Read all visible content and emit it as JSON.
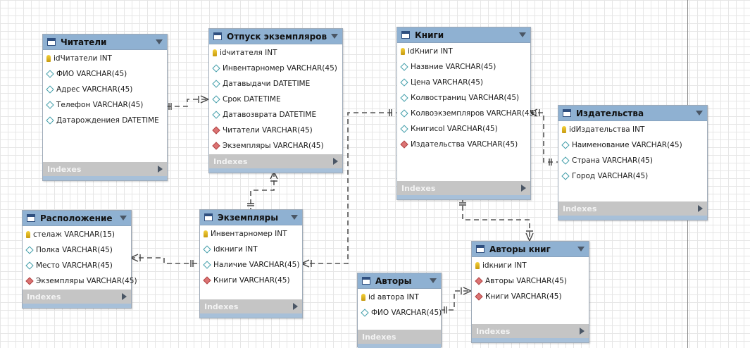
{
  "tables": {
    "chitateli": {
      "title": "Читатели",
      "columns": [
        {
          "icon": "key",
          "text": "idЧитатели INT"
        },
        {
          "icon": "column",
          "text": "ФИО VARCHAR(45)"
        },
        {
          "icon": "column",
          "text": "Адрес VARCHAR(45)"
        },
        {
          "icon": "column",
          "text": "Телефон VARCHAR(45)"
        },
        {
          "icon": "column",
          "text": "Датарождениея DATETIME"
        }
      ],
      "indexes_label": "Indexes"
    },
    "otpusk": {
      "title": "Отпуск экземпляров",
      "columns": [
        {
          "icon": "key",
          "text": "idчитателя INT"
        },
        {
          "icon": "column",
          "text": "Инвентарномер VARCHAR(45)"
        },
        {
          "icon": "column",
          "text": "Датавыдачи DATETIME"
        },
        {
          "icon": "column",
          "text": "Срок DATETIME"
        },
        {
          "icon": "column",
          "text": "Датавозврата DATETIME"
        },
        {
          "icon": "foreign-key",
          "text": "Читатели VARCHAR(45)"
        },
        {
          "icon": "foreign-key",
          "text": "Экземпляры VARCHAR(45)"
        }
      ],
      "indexes_label": "Indexes"
    },
    "knigi": {
      "title": "Книги",
      "columns": [
        {
          "icon": "key",
          "text": "idКниги INT"
        },
        {
          "icon": "column",
          "text": "Назвние VARCHAR(45)"
        },
        {
          "icon": "column",
          "text": "Цена VARCHAR(45)"
        },
        {
          "icon": "column",
          "text": "Колвостраниц VARCHAR(45)"
        },
        {
          "icon": "column",
          "text": "Колвоэкземпляров VARCHAR(45)"
        },
        {
          "icon": "column",
          "text": "Книгиcol VARCHAR(45)"
        },
        {
          "icon": "foreign-key",
          "text": "Издательства VARCHAR(45)"
        }
      ],
      "indexes_label": "Indexes"
    },
    "izdatelstva": {
      "title": "Издательства",
      "columns": [
        {
          "icon": "key",
          "text": "idИздательства INT"
        },
        {
          "icon": "column",
          "text": "Наименование VARCHAR(45)"
        },
        {
          "icon": "column",
          "text": "Страна VARCHAR(45)"
        },
        {
          "icon": "column",
          "text": "Город VARCHAR(45)"
        }
      ],
      "indexes_label": "Indexes"
    },
    "raspolozhenie": {
      "title": "Расположение",
      "columns": [
        {
          "icon": "key",
          "text": "стелаж VARCHAR(15)"
        },
        {
          "icon": "column",
          "text": "Полка VARCHAR(45)"
        },
        {
          "icon": "column",
          "text": "Место VARCHAR(45)"
        },
        {
          "icon": "foreign-key",
          "text": "Экземпляры VARCHAR(45)"
        }
      ],
      "indexes_label": "Indexes"
    },
    "ekzemplyary": {
      "title": "Экземпляры",
      "columns": [
        {
          "icon": "key",
          "text": "Инвентарномер INT"
        },
        {
          "icon": "column",
          "text": "idкниги INT"
        },
        {
          "icon": "column",
          "text": "Наличие VARCHAR(45)"
        },
        {
          "icon": "foreign-key",
          "text": "Книги VARCHAR(45)"
        }
      ],
      "indexes_label": "Indexes"
    },
    "avtory_knig": {
      "title": "Авторы книг",
      "columns": [
        {
          "icon": "key",
          "text": "idкниги INT"
        },
        {
          "icon": "foreign-key",
          "text": "Авторы VARCHAR(45)"
        },
        {
          "icon": "foreign-key",
          "text": "Книги VARCHAR(45)"
        }
      ],
      "indexes_label": "Indexes"
    },
    "avtory": {
      "title": "Авторы",
      "columns": [
        {
          "icon": "key",
          "text": "id автора INT"
        },
        {
          "icon": "column",
          "text": "ФИО VARCHAR(45)"
        }
      ],
      "indexes_label": "Indexes"
    }
  },
  "colors": {
    "header": "#8fb1d2",
    "indexes_bar": "#c5c5c5",
    "relationship_line": "#555555"
  }
}
